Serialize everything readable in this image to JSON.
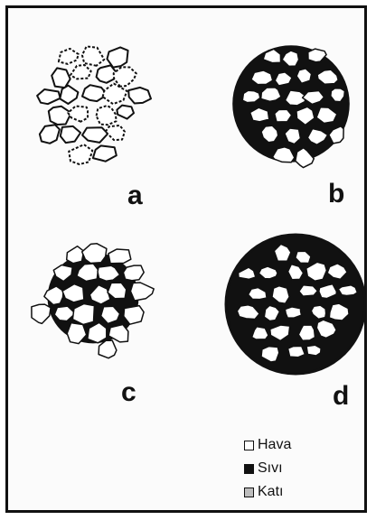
{
  "panels": [
    {
      "id": "a",
      "label": "a",
      "style": "dry"
    },
    {
      "id": "b",
      "label": "b",
      "style": "film"
    },
    {
      "id": "c",
      "label": "c",
      "style": "partial"
    },
    {
      "id": "d",
      "label": "d",
      "style": "saturated"
    }
  ],
  "legend": [
    {
      "label": "Hava",
      "color": "#ffffff"
    },
    {
      "label": "Sıvı",
      "color": "#111111"
    },
    {
      "label": "Katı",
      "color": "#bdbdbd"
    }
  ],
  "colors": {
    "ink": "#111111",
    "grain": "#ffffff",
    "background": "#fbfbfb"
  }
}
